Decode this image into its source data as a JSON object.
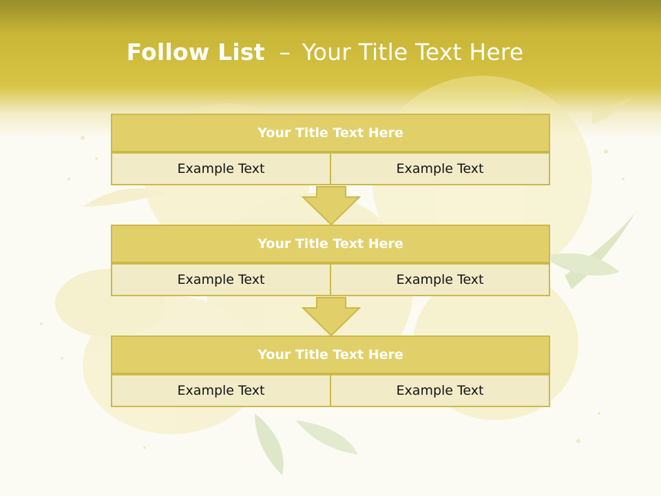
{
  "slide": {
    "title_bold": "Follow List",
    "title_dash": "–",
    "title_rest": "Your Title Text Here"
  },
  "steps": [
    {
      "title": "Your Title Text Here",
      "left": "Example Text",
      "right": "Example Text"
    },
    {
      "title": "Your Title Text Here",
      "left": "Example Text",
      "right": "Example Text"
    },
    {
      "title": "Your Title Text Here",
      "left": "Example Text",
      "right": "Example Text"
    }
  ],
  "colors": {
    "header_dark": "#988d2c",
    "header_gold": "#d8c446",
    "box_fill": "#e1d06a",
    "cell_fill": "#f2ebc8",
    "border": "#ccb848"
  }
}
